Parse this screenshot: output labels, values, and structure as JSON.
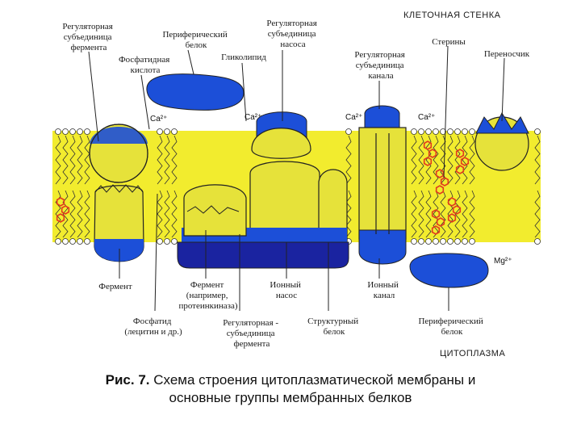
{
  "diagram": {
    "labels": {
      "cell_wall": "КЛЕТОЧНАЯ СТЕНКА",
      "cytoplasm": "ЦИТОПЛАЗМА",
      "reg_subunit_enzyme_top": [
        "Регуляторная",
        "субъединица",
        "фермента"
      ],
      "peripheral_protein_top": [
        "Периферический",
        "белок"
      ],
      "reg_subunit_pump": [
        "Регуляторная",
        "субъединица",
        "насоса"
      ],
      "phosphatidic_acid": [
        "Фосфатидная",
        "кислота"
      ],
      "glycolipid": "Гликолипид",
      "reg_subunit_channel": [
        "Регуляторная",
        "субъединица",
        "канала"
      ],
      "sterols": "Стерины",
      "carrier": "Переносчик",
      "enzyme": "Фермент",
      "enzyme_example": [
        "Фермент",
        "(например,",
        "протеинкиназа)"
      ],
      "ion_pump": [
        "Ионный",
        "насос"
      ],
      "ion_channel": [
        "Ионный",
        "канал"
      ],
      "phosphatide": [
        "Фосфатид",
        "(лецитин и др.)"
      ],
      "reg_subunit_enzyme_bottom": [
        "Регуляторная -",
        "субъединица",
        "фермента"
      ],
      "structural_protein": [
        "Структурный",
        "белок"
      ],
      "peripheral_protein_bottom": [
        "Периферический",
        "белок"
      ]
    },
    "ions": {
      "ca1": "Ca²⁺",
      "ca2": "Ca²⁺",
      "ca3": "Ca²⁺",
      "ca4": "Ca²⁺",
      "mg": "Mg²⁺"
    },
    "colors": {
      "membrane": "#f2ec2e",
      "protein_fill": "#e6e23a",
      "protein_blue": "#1c4fd8",
      "protein_dark": "#1a23a0",
      "sterol_red": "#e23a1e",
      "lipid_head": "#ffffff",
      "outline": "#222222"
    }
  },
  "caption": {
    "number": "Рис. 7.",
    "text_line1": " Схема строения цитоплазматической мембраны и",
    "text_line2": "основные группы мембранных белков"
  }
}
